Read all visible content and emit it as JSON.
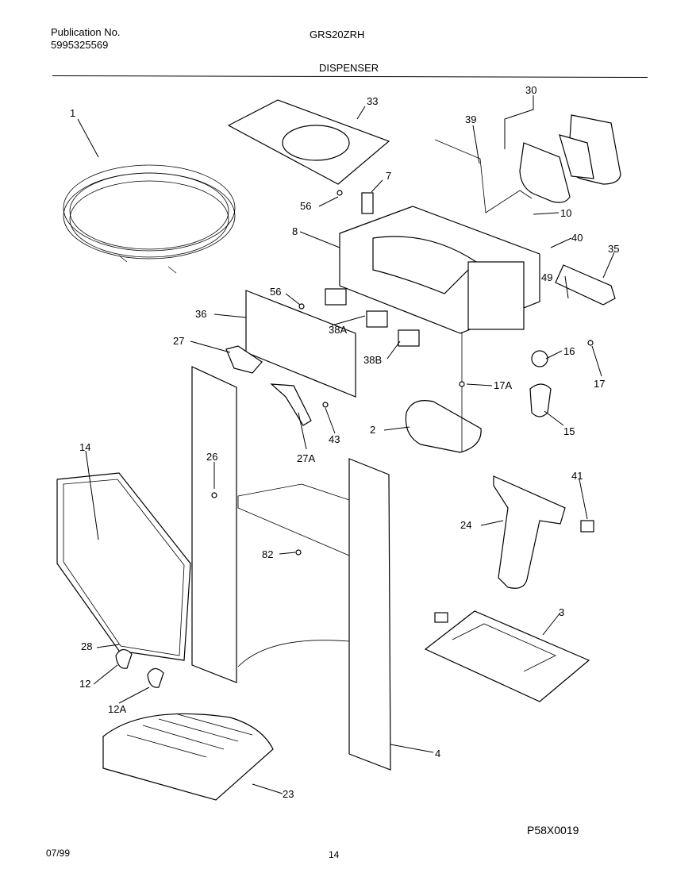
{
  "header": {
    "publication_label": "Publication No.",
    "publication_number": "5995325569",
    "model": "GRS20ZRH",
    "section": "DISPENSER"
  },
  "footer": {
    "date": "07/99",
    "page": "14",
    "drawing_code": "P58X0019"
  },
  "callouts": [
    {
      "id": "c1",
      "text": "1"
    },
    {
      "id": "c33",
      "text": "33"
    },
    {
      "id": "c30",
      "text": "30"
    },
    {
      "id": "c39",
      "text": "39"
    },
    {
      "id": "c7",
      "text": "7"
    },
    {
      "id": "c56a",
      "text": "56"
    },
    {
      "id": "c10",
      "text": "10"
    },
    {
      "id": "c8",
      "text": "8"
    },
    {
      "id": "c40",
      "text": "40"
    },
    {
      "id": "c35",
      "text": "35"
    },
    {
      "id": "c49",
      "text": "49"
    },
    {
      "id": "c56b",
      "text": "56"
    },
    {
      "id": "c36",
      "text": "36"
    },
    {
      "id": "c38A",
      "text": "38A"
    },
    {
      "id": "c27",
      "text": "27"
    },
    {
      "id": "c38B",
      "text": "38B"
    },
    {
      "id": "c16",
      "text": "16"
    },
    {
      "id": "c17",
      "text": "17"
    },
    {
      "id": "c17A",
      "text": "17A"
    },
    {
      "id": "c2",
      "text": "2"
    },
    {
      "id": "c15",
      "text": "15"
    },
    {
      "id": "c43",
      "text": "43"
    },
    {
      "id": "c14",
      "text": "14"
    },
    {
      "id": "c26",
      "text": "26"
    },
    {
      "id": "c27A",
      "text": "27A"
    },
    {
      "id": "c41",
      "text": "41"
    },
    {
      "id": "c24",
      "text": "24"
    },
    {
      "id": "c82",
      "text": "82"
    },
    {
      "id": "c3",
      "text": "3"
    },
    {
      "id": "c28",
      "text": "28"
    },
    {
      "id": "c12",
      "text": "12"
    },
    {
      "id": "c12A",
      "text": "12A"
    },
    {
      "id": "c4",
      "text": "4"
    },
    {
      "id": "c23",
      "text": "23"
    }
  ]
}
